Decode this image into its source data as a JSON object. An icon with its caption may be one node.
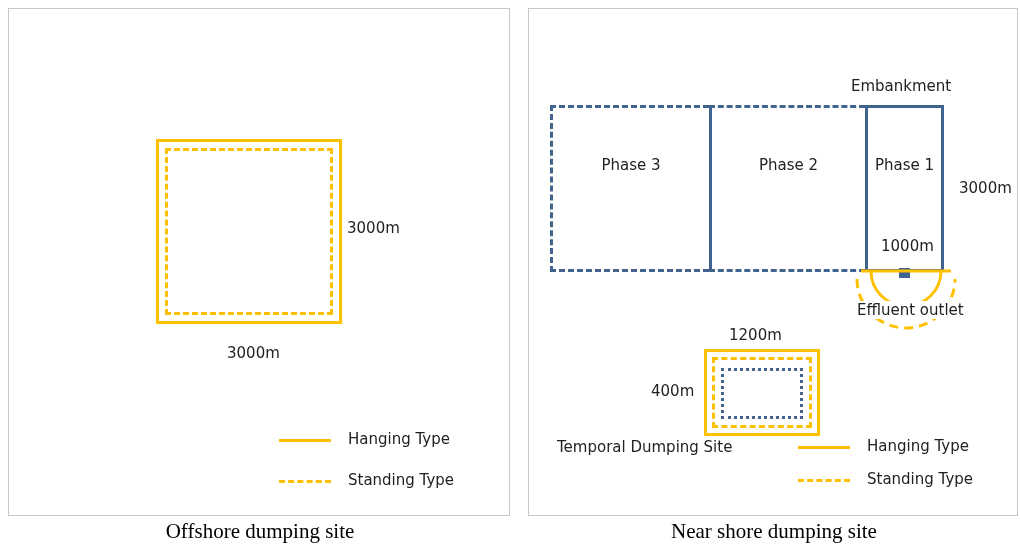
{
  "diagram": {
    "nodes": [
      {
        "text": [
          "Offshore dumping site"
        ]
      },
      {
        "text": [],
        "shape": "box",
        "in": 0
      },
      {
        "text": [
          "Near shore dumping site"
        ]
      },
      {
        "text": [
          "Phase 3"
        ],
        "in": 2
      },
      {
        "text": [
          "Phase 2"
        ],
        "in": 2
      },
      {
        "text": [
          "Phase 1"
        ],
        "in": 2
      },
      {
        "text": [],
        "shape": "box",
        "in": 2
      },
      {
        "text": [],
        "shape": "box",
        "in": 2
      }
    ],
    "labels": [
      "3000m",
      "3000m",
      "Embankment",
      "3000m",
      "1000m",
      "Effluent outlet",
      "1200m",
      "400m",
      "Temporal Dumping Site"
    ],
    "legend": [
      {
        "text": "Hanging Type"
      },
      {
        "text": "Standing Type"
      },
      {
        "text": "Hanging Type"
      },
      {
        "text": "Standing Type"
      }
    ]
  }
}
